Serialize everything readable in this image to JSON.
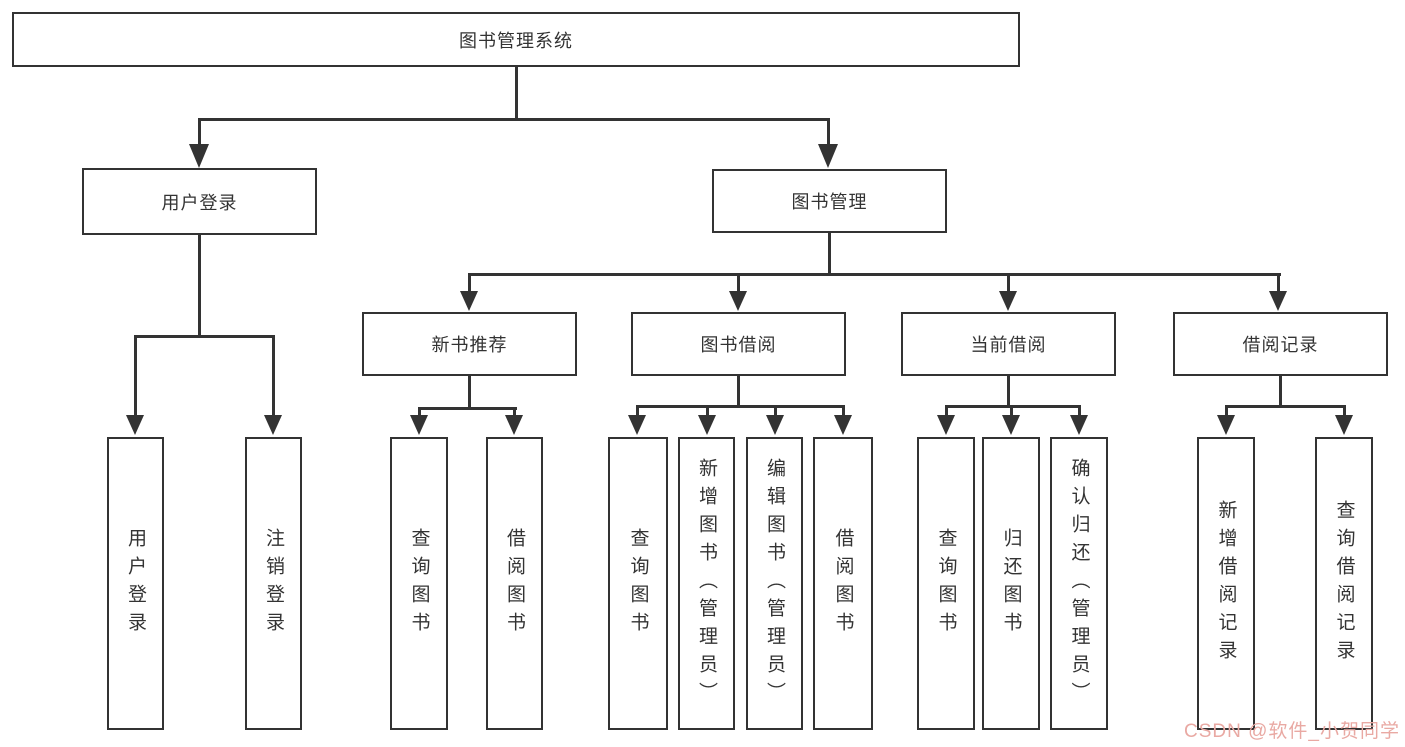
{
  "tree": {
    "root": {
      "label": "图书管理系统",
      "children": [
        {
          "label": "用户登录",
          "children": [
            {
              "label": "用户登录"
            },
            {
              "label": "注销登录"
            }
          ]
        },
        {
          "label": "图书管理",
          "children": [
            {
              "label": "新书推荐",
              "children": [
                {
                  "label": "查询图书"
                },
                {
                  "label": "借阅图书"
                }
              ]
            },
            {
              "label": "图书借阅",
              "children": [
                {
                  "label": "查询图书"
                },
                {
                  "label": "新增图书（管理员）"
                },
                {
                  "label": "编辑图书（管理员）"
                },
                {
                  "label": "借阅图书"
                }
              ]
            },
            {
              "label": "当前借阅",
              "children": [
                {
                  "label": "查询图书"
                },
                {
                  "label": "归还图书"
                },
                {
                  "label": "确认归还（管理员）"
                }
              ]
            },
            {
              "label": "借阅记录",
              "children": [
                {
                  "label": "新增借阅记录"
                },
                {
                  "label": "查询借阅记录"
                }
              ]
            }
          ]
        }
      ]
    }
  },
  "watermark": {
    "text": "CSDN @软件_小贺同学"
  },
  "colors": {
    "line": "#333333",
    "text": "#333333",
    "node_background": "#ffffff",
    "page_background": "#ffffff",
    "watermark": "#e9a9a3"
  }
}
